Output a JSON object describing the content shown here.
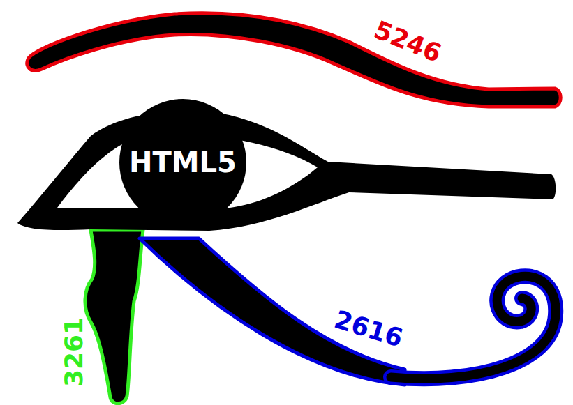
{
  "diagram": {
    "nodes": [
      {
        "text": [
          "HTML5"
        ]
      }
    ],
    "labels": [
      "5246",
      "2616",
      "3261"
    ]
  }
}
